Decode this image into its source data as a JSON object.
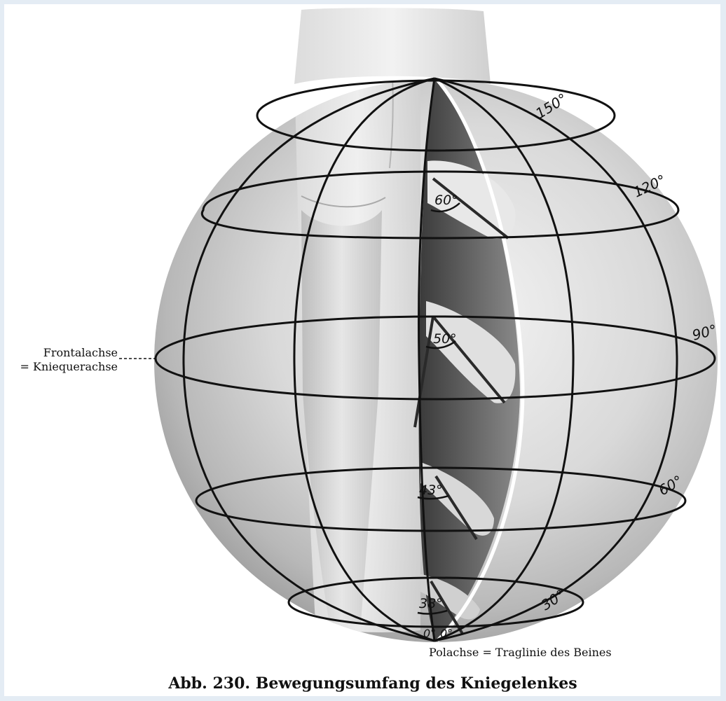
{
  "figure": {
    "caption": "Abb. 230. Bewegungsumfang des Kniegelenkes",
    "axis_label_line1": "Frontalachse",
    "axis_label_line2": "= Kniequerachse",
    "pole_label": "Polachse = Traglinie des Beines",
    "latitude_labels": [
      "150°",
      "120°",
      "90°",
      "60°",
      "30°",
      "0°"
    ],
    "angle_labels": [
      "60°",
      "50°",
      "43°",
      "38°"
    ],
    "bottom_labels": [
      "0°",
      "0°"
    ]
  }
}
